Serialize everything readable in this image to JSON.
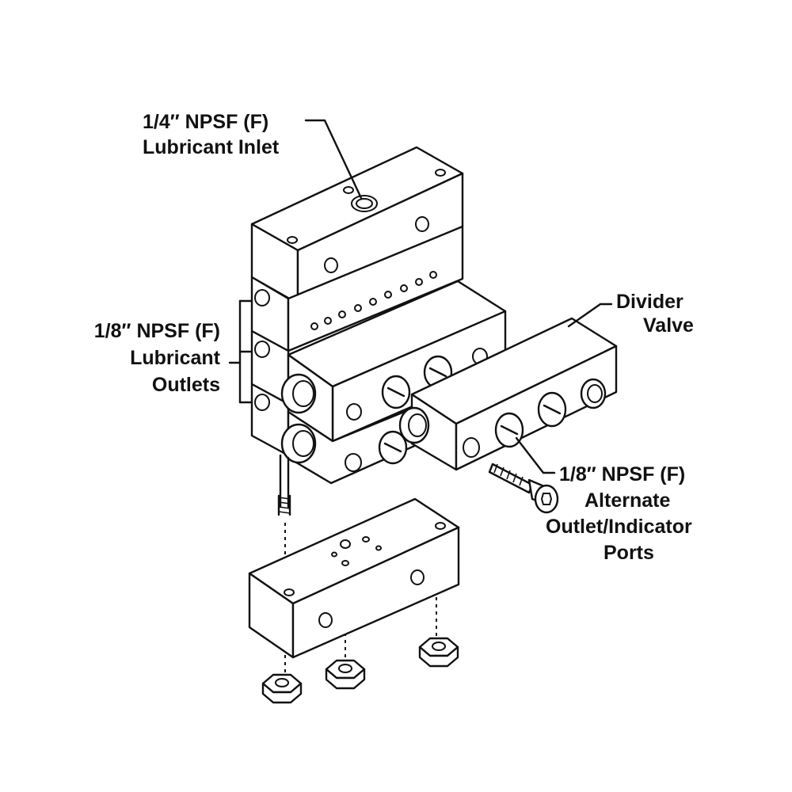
{
  "labels": {
    "inlet_line1": "1/4″ NPSF (F)",
    "inlet_line2": "Lubricant Inlet",
    "outlets_line1": "1/8″ NPSF (F)",
    "outlets_line2": "Lubricant",
    "outlets_line3": "Outlets",
    "divider_line1": "Divider",
    "divider_line2": "Valve",
    "alternate_line1": "1/8″ NPSF (F)",
    "alternate_line2": "Alternate",
    "alternate_line3": "Outlet/Indicator",
    "alternate_line4": "Ports"
  }
}
